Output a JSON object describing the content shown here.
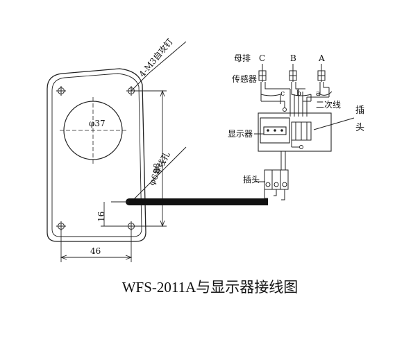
{
  "caption": "WFS-2011A与显示器接线图",
  "sensor_drawing": {
    "screw_label": "4-M3自攻钉",
    "hole_diameter": "φ37",
    "height_dim": "88",
    "cable_hole": "φ6导线孔",
    "width_dim": "46",
    "offset_dim": "16"
  },
  "wiring": {
    "busbar_label": "母排",
    "phases": [
      "C",
      "B",
      "A"
    ],
    "sensor_label": "传感器",
    "wire_letters": [
      "c",
      "b",
      "a"
    ],
    "secondary_label": "二次线",
    "plug_right_label": "插头",
    "display_label": "显示器",
    "plug_bottom_label": "插头"
  }
}
